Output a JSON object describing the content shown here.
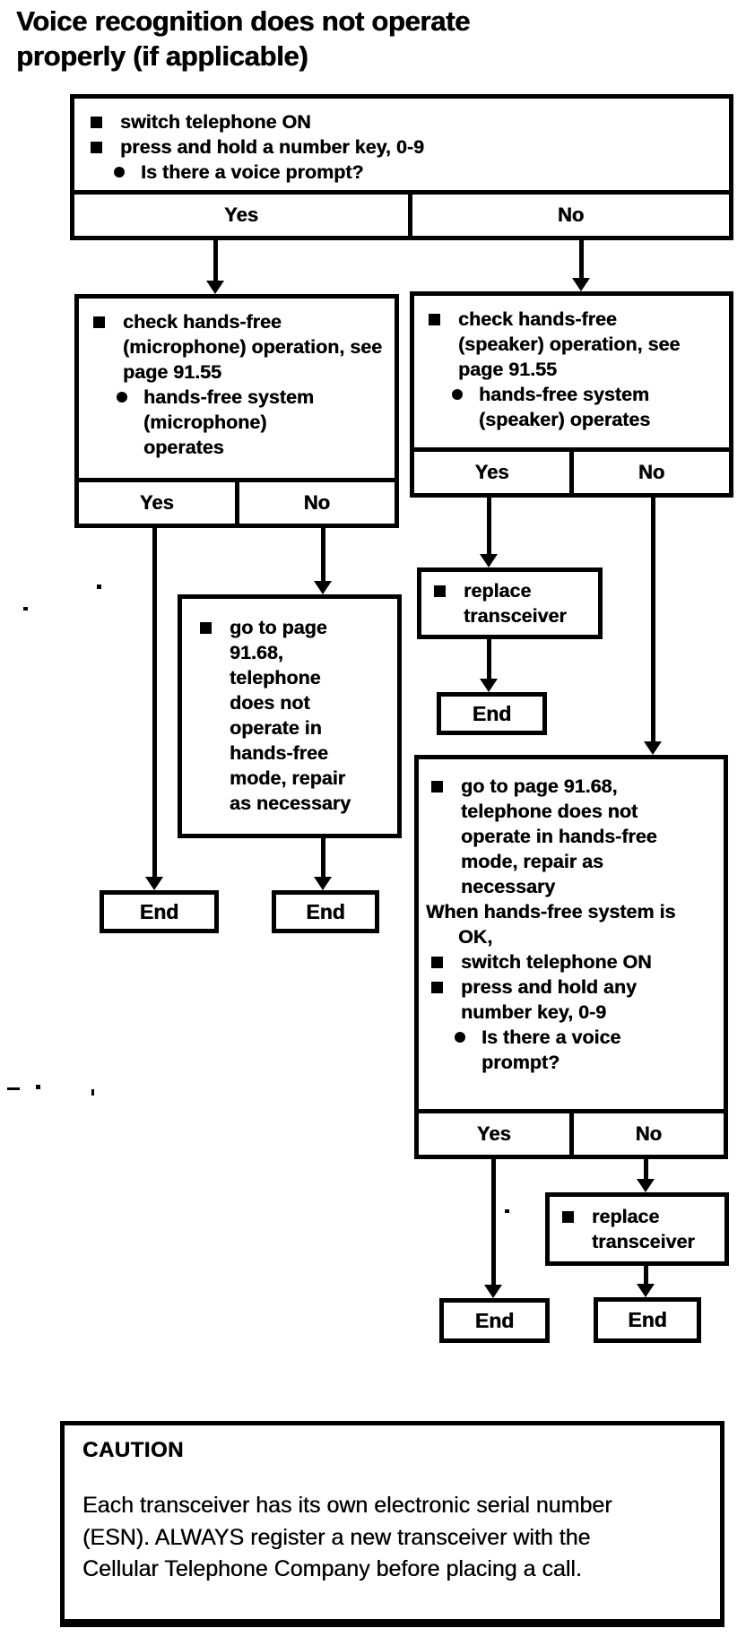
{
  "page": {
    "title": "Voice recognition does not operate properly (if applicable)"
  },
  "flow": {
    "start": {
      "steps": [
        "switch telephone ON",
        "press and hold a number key, 0-9"
      ],
      "question": "Is there a voice prompt?",
      "yes": "Yes",
      "no": "No"
    },
    "check_microphone": {
      "step": "check hands-free (microphone) operation, see page 91.55",
      "result": "hands-free system (microphone) operates",
      "yes": "Yes",
      "no": "No"
    },
    "check_speaker": {
      "step": "check hands-free (speaker) operation, see page 91.55",
      "result": "hands-free system (speaker) operates",
      "yes": "Yes",
      "no": "No"
    },
    "goto_repair": {
      "step": "go to page 91.68, telephone does not operate in hands-free mode, repair as necessary"
    },
    "replace_transceiver_1": {
      "step": "replace transceiver"
    },
    "retest": {
      "step1": "go to page 91.68, telephone does not operate in hands-free mode, repair as necessary",
      "note": "When hands-free system is OK,",
      "step2": "switch telephone ON",
      "step3": "press and hold any number key, 0-9",
      "question": "Is there a voice prompt?",
      "yes": "Yes",
      "no": "No"
    },
    "replace_transceiver_2": {
      "step": "replace transceiver"
    },
    "ends": [
      "End",
      "End",
      "End",
      "End",
      "End"
    ]
  },
  "caution": {
    "heading": "CAUTION",
    "body": "Each transceiver has its own electronic serial number (ESN). ALWAYS register a new transceiver with the Cellular Telephone Company before placing a call."
  }
}
